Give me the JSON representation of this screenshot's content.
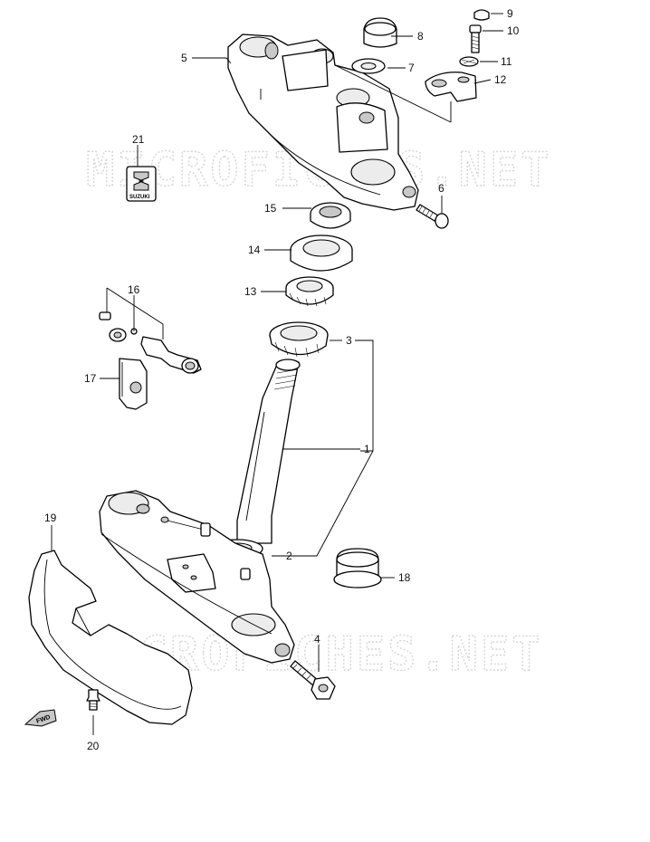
{
  "watermark": {
    "text": "MICROFICHES.NET"
  },
  "fwd_badge": {
    "label": "FWD"
  },
  "brand_emblem": {
    "text": "SUZUKI"
  },
  "callouts": [
    {
      "id": "part-1",
      "number": "1"
    },
    {
      "id": "part-2",
      "number": "2"
    },
    {
      "id": "part-3",
      "number": "3"
    },
    {
      "id": "part-4",
      "number": "4"
    },
    {
      "id": "part-5",
      "number": "5"
    },
    {
      "id": "part-6",
      "number": "6"
    },
    {
      "id": "part-7",
      "number": "7"
    },
    {
      "id": "part-8",
      "number": "8"
    },
    {
      "id": "part-9",
      "number": "9"
    },
    {
      "id": "part-10",
      "number": "10"
    },
    {
      "id": "part-11",
      "number": "11"
    },
    {
      "id": "part-12",
      "number": "12"
    },
    {
      "id": "part-13",
      "number": "13"
    },
    {
      "id": "part-14",
      "number": "14"
    },
    {
      "id": "part-15",
      "number": "15"
    },
    {
      "id": "part-16",
      "number": "16"
    },
    {
      "id": "part-17",
      "number": "17"
    },
    {
      "id": "part-18",
      "number": "18"
    },
    {
      "id": "part-19",
      "number": "19"
    },
    {
      "id": "part-20",
      "number": "20"
    },
    {
      "id": "part-21",
      "number": "21"
    }
  ]
}
